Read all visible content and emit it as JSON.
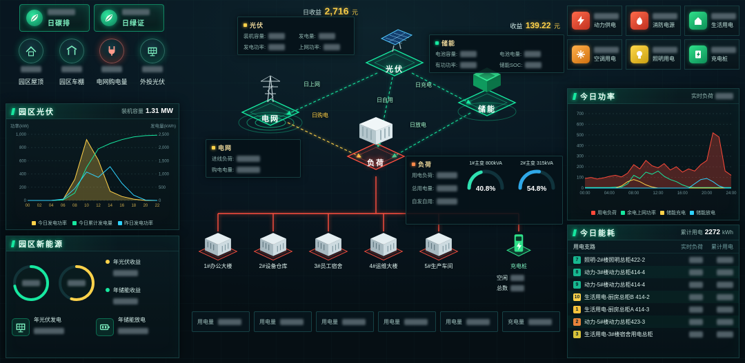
{
  "colors": {
    "accent": "#17e8a0",
    "yellow": "#ffd24a",
    "red": "#ff5040",
    "cyan": "#2fd3ff"
  },
  "header_badges": [
    {
      "icon": "carbon-icon",
      "label": "日碳排"
    },
    {
      "icon": "leaf-icon",
      "label": "日绿证"
    }
  ],
  "stat_circles": [
    {
      "icon": "roof-icon",
      "label": "园区屋顶"
    },
    {
      "icon": "carport-icon",
      "label": "园区车棚"
    },
    {
      "icon": "plug-icon",
      "label": "电网购电量"
    },
    {
      "icon": "panel-icon",
      "label": "外投光伏"
    }
  ],
  "pv_panel": {
    "title": "园区光伏",
    "capacity_label": "装机容量",
    "capacity_value": "1.31 MW",
    "y_left": "功率(kW)",
    "y_right": "发电量(kWh)"
  },
  "new_energy": {
    "title": "园区新能源",
    "item1_label": "年光伏收益",
    "item2_label": "年储能收益",
    "bottom1_label": "年光伏发电",
    "bottom2_label": "年储能放电"
  },
  "flow": {
    "income_label": "日收益",
    "income_value": "2,716",
    "income_unit": "元",
    "pv_info": {
      "title": "光伏",
      "rows": [
        "装机容量:",
        "发电量:",
        "发电功率:",
        "上网功率:"
      ]
    },
    "storage_info": {
      "title": "储能",
      "income_label": "收益",
      "income_value": "139.22",
      "income_unit": "元",
      "rows": [
        "电池容量:",
        "电池电量:",
        "有功功率:",
        "储能SOC:"
      ]
    },
    "grid_info": {
      "title": "电网",
      "rows": [
        "进线负荷:",
        "购电电量:"
      ]
    },
    "load_info": {
      "title": "负荷",
      "rows": [
        "用电负荷:",
        "总用电量:",
        "自发自用:"
      ],
      "gauges": [
        {
          "name": "1#主变",
          "capacity": "800kVA",
          "percent": 40.8,
          "percent_label": "40.8%",
          "color": "#2fe0b0"
        },
        {
          "name": "2#主变",
          "capacity": "315kVA",
          "percent": 54.8,
          "percent_label": "54.8%",
          "color": "#2fa8e8"
        }
      ]
    },
    "nodes": {
      "pv": "光伏",
      "grid": "电网",
      "storage": "储能",
      "load": "负荷"
    },
    "edges": {
      "pv_grid": "日上网",
      "grid_load": "日购电",
      "pv_load": "日自用",
      "pv_storage": "日充电",
      "storage_load": "日放电"
    },
    "buildings": [
      "1#办公大楼",
      "2#设备仓库",
      "3#员工宿舍",
      "4#运维大楼",
      "5#生产车间",
      "充电桩"
    ],
    "idle": {
      "label1": "空闲",
      "label2": "总数"
    },
    "meters": [
      "用电量",
      "用电量",
      "用电量",
      "用电量",
      "用电量",
      "充电量"
    ]
  },
  "right_tiles": [
    "动力供电",
    "消防电源",
    "生活用电",
    "空调用电",
    "照明用电",
    "充电桩"
  ],
  "today_power": {
    "title": "今日功率",
    "realtime_label": "实时负荷"
  },
  "today_energy": {
    "title": "今日能耗",
    "total_label": "累计用电",
    "total_value": "2272",
    "total_unit": "kWh",
    "columns": [
      "用电支路",
      "实时负荷",
      "累计用电"
    ],
    "rows": [
      {
        "rank": "7",
        "name": "照明-2#楼照明总柜422-2"
      },
      {
        "rank": "8",
        "name": "动力-3#楼动力总柜414-4"
      },
      {
        "rank": "9",
        "name": "动力-5#楼动力总柜414-4"
      },
      {
        "rank": "10",
        "name": "生活用电-厨房总柜B 414-2"
      },
      {
        "rank": "1",
        "name": "生活用电-厨房总柜A 414-3"
      },
      {
        "rank": "2",
        "name": "动力-5#楼动力总柜423-3"
      },
      {
        "rank": "3",
        "name": "生活用电-3#楼宿舍用电总柜"
      }
    ]
  },
  "chart_data": [
    {
      "id": "park_pv_chart",
      "type": "line",
      "title": "园区光伏",
      "x": [
        "00",
        "02",
        "04",
        "06",
        "08",
        "10",
        "12",
        "14",
        "16",
        "18",
        "20",
        "22"
      ],
      "xcolor": "#c9a84c",
      "ydivs": 5,
      "pad_left": 26,
      "pad_right": 26,
      "ylabel_left": "功率(kW)",
      "ylabel_right": "发电量(kWh)",
      "ylim_left": [
        0,
        1000
      ],
      "ylim_right": [
        0,
        2500
      ],
      "series": [
        {
          "name": "今日发电功率",
          "type": "area",
          "color": "#ffd24a",
          "values": [
            0,
            0,
            0,
            10,
            320,
            920,
            610,
            140,
            60,
            20,
            0,
            0
          ]
        },
        {
          "name": "今日累计发电量",
          "type": "line",
          "axis": "right",
          "color": "#17e8a0",
          "values": [
            0,
            0,
            0,
            15,
            280,
            1250,
            1950,
            2150,
            2300,
            2400,
            2450,
            2470
          ]
        },
        {
          "name": "昨日发电功率",
          "type": "line",
          "color": "#2fd3ff",
          "values": [
            0,
            0,
            0,
            20,
            180,
            430,
            350,
            510,
            260,
            80,
            5,
            0
          ]
        }
      ]
    },
    {
      "id": "today_power_chart",
      "type": "line",
      "title": "今日功率",
      "x": [
        "00:00",
        "01:00",
        "02:00",
        "03:00",
        "04:00",
        "05:00",
        "06:00",
        "07:00",
        "08:00",
        "09:00",
        "10:00",
        "11:00",
        "12:00",
        "13:00",
        "14:00",
        "15:00",
        "16:00",
        "17:00",
        "18:00",
        "19:00",
        "20:00",
        "21:00",
        "22:00",
        "23:00",
        "24:00"
      ],
      "xcolor": "#71969b",
      "xevery": 4,
      "ydivs": 7,
      "pad_left": 20,
      "pad_right": 8,
      "ylim": [
        0,
        700
      ],
      "series": [
        {
          "name": "用电负荷",
          "type": "area",
          "color": "#ff4a3a",
          "values": [
            90,
            100,
            85,
            95,
            110,
            120,
            105,
            140,
            220,
            180,
            260,
            210,
            190,
            230,
            170,
            200,
            150,
            180,
            160,
            220,
            260,
            520,
            480,
            160,
            120
          ]
        },
        {
          "name": "余电上网功率",
          "type": "line",
          "color": "#17e8a0",
          "values": [
            5,
            5,
            5,
            5,
            5,
            8,
            10,
            40,
            120,
            90,
            150,
            130,
            160,
            110,
            80,
            60,
            30,
            10,
            5,
            5,
            5,
            5,
            5,
            5,
            5
          ]
        },
        {
          "name": "储能充电",
          "type": "line",
          "color": "#ffd24a",
          "values": [
            0,
            0,
            0,
            0,
            0,
            0,
            20,
            60,
            80,
            60,
            30,
            10,
            0,
            0,
            0,
            0,
            0,
            0,
            0,
            0,
            0,
            0,
            0,
            0,
            0
          ]
        },
        {
          "name": "储能放电",
          "type": "line",
          "color": "#2fd3ff",
          "values": [
            0,
            0,
            0,
            0,
            0,
            0,
            0,
            0,
            0,
            0,
            0,
            0,
            0,
            0,
            0,
            0,
            0,
            0,
            40,
            80,
            90,
            60,
            20,
            0,
            0
          ]
        }
      ]
    }
  ]
}
